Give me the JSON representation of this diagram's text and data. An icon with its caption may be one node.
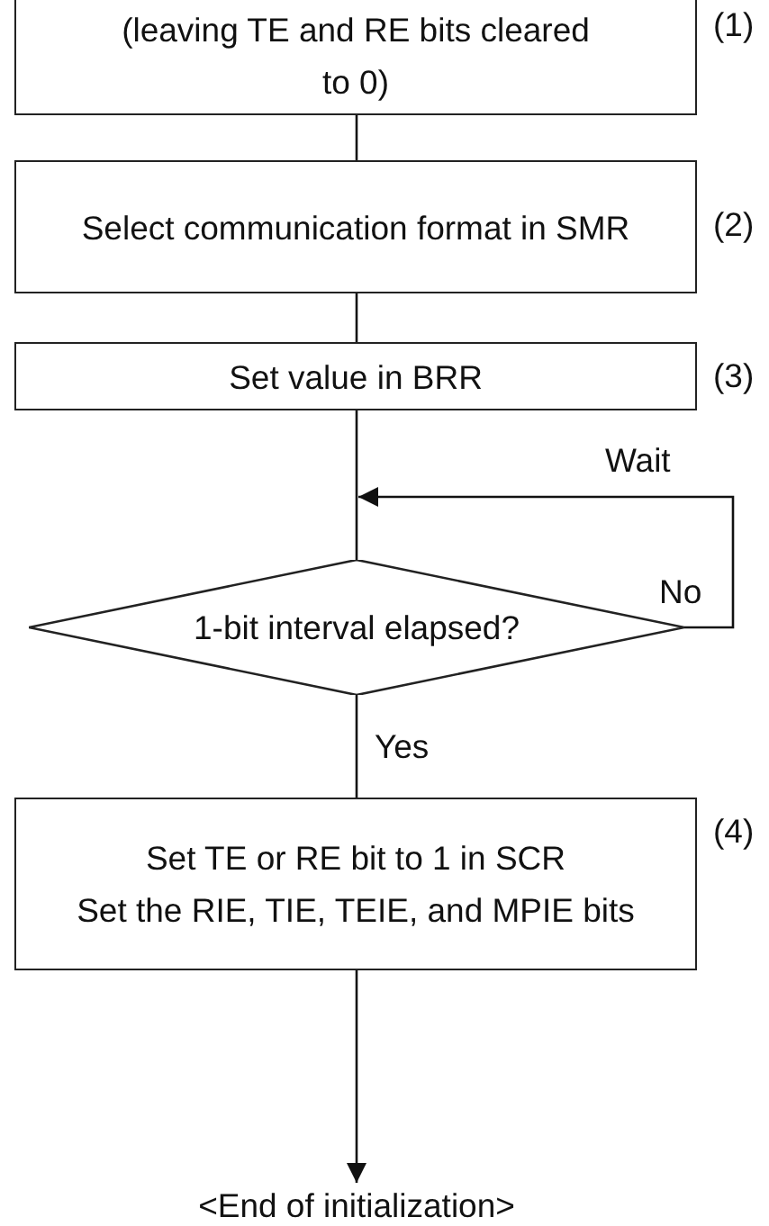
{
  "diagram": {
    "nodes": [
      {
        "text": [
          "(leaving TE and RE bits cleared to 0)"
        ],
        "beside": [
          "(1)"
        ]
      },
      {
        "text": [
          "Select communication format in SMR"
        ],
        "beside": [
          "(2)"
        ]
      },
      {
        "text": [
          "Set value in BRR"
        ],
        "beside": [
          "(3)"
        ]
      },
      {
        "text": [
          "1-bit interval elapsed?"
        ]
      },
      {
        "text": [
          "Set TE or RE bit to 1 in SCR",
          "Set the RIE, TIE, TEIE, and MPIE bits"
        ],
        "beside": [
          "(4)"
        ]
      },
      {
        "text": [
          "<End of initialization>"
        ]
      }
    ],
    "edges": [
      {
        "from": 0,
        "to": 1,
        "arrow": "none"
      },
      {
        "from": 1,
        "to": 2,
        "arrow": "none"
      },
      {
        "from": 2,
        "to": 3,
        "arrow": "none"
      },
      {
        "from": 3,
        "to": 3,
        "arrow": "to",
        "label": "No"
      },
      {
        "from": 3,
        "to": 4,
        "arrow": "none",
        "label": "Yes"
      },
      {
        "from": 4,
        "to": 5,
        "arrow": "to"
      }
    ],
    "labels": [
      "Wait"
    ]
  }
}
